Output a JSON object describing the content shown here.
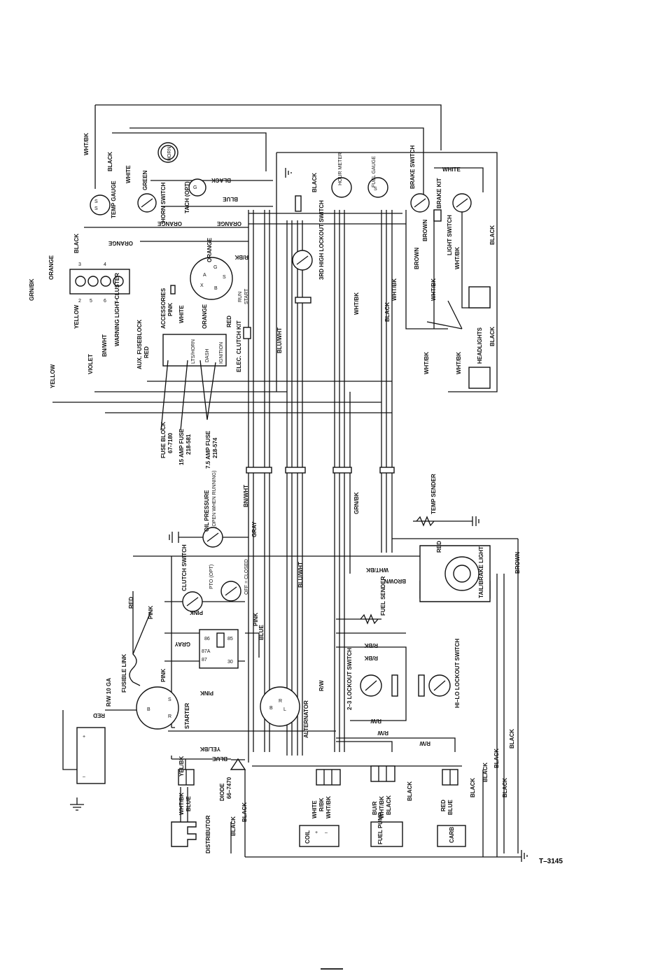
{
  "drawing_number": "T–3145",
  "components": {
    "temp_gauge": "TEMP GAUGE",
    "horn": "HORN",
    "horn_switch": "HORN SWITCH",
    "tach": "TACH (OPT)",
    "hour_meter": "HOUR METER",
    "fuel_gauge": "FUEL GAUGE",
    "brake_switch": "BRAKE SWITCH",
    "brake_kit": "BRAKE KIT",
    "light_switch": "LIGHT SWITCH",
    "headlights": "HEADLIGHTS",
    "third_high_lockout": "3RD HIGH LOCKOUT SWITCH",
    "warning_light_cluster": "WARNING LIGHT CLUSTER",
    "aux_fuseblock": "AUX. FUSEBLOCK",
    "accessories": "ACCESSORIES",
    "elec_clutch_kit": "ELEC. CLUTCH KIT",
    "lts_horn": "LTS/HORN",
    "dash": "DASH",
    "ignition": "IGNITION",
    "run": "RUN",
    "start": "START",
    "fuse_block": "FUSE BLOCK",
    "fuse_block_pn": "67-7180",
    "fuse_15": "15 AMP FUSE",
    "fuse_15_pn": "218-581",
    "fuse_75": "7.5 AMP FUSE",
    "fuse_75_pn": "218-574",
    "oil_pressure": "OIL PRESSURE",
    "oil_pressure_note": "(OPEN WHEN RUNNING)",
    "temp_sender": "TEMP SENDER",
    "tail_brake": "TAIL/BRAKE LIGHT",
    "clutch_switch": "CLUTCH SWITCH",
    "pto": "PTO (OPT)",
    "off_closed": "OFF = CLOSED",
    "fuel_sender": "FUEL SENDER",
    "fusible_link": "FUSIBLE LINK",
    "rw_10ga": "R/W 10 GA",
    "starter": "STARTER",
    "alternator": "ALTERNATOR",
    "lockout_23": "2–3 LOCKOUT SWITCH",
    "hi_lo_lockout": "HI–LO LOCKOUT SWITCH",
    "diode": "DIODE",
    "diode_pn": "66–7470",
    "distributor": "DISTRIBUTOR",
    "coil": "COIL",
    "fuel_pump": "FUEL PUMP",
    "carb": "CARB",
    "relay_pins": [
      "86",
      "85",
      "87A",
      "87",
      "30"
    ]
  },
  "wires": {
    "wht_bk": "WHT/BK",
    "black": "BLACK",
    "white": "WHITE",
    "green": "GREEN",
    "blue": "BLUE",
    "orange": "ORANGE",
    "grn_bk": "GRN/BK",
    "yellow": "YELLOW",
    "violet": "VIOLET",
    "bn_wht": "BN/WHT",
    "red": "RED",
    "pink": "PINK",
    "r_bk": "R/BK",
    "brown": "BROWN",
    "gray": "GRAY",
    "blu_wht": "BLU/WHT",
    "r_w": "R/W",
    "yel_bk": "YEL/BK",
    "bu_r": "BU/R"
  }
}
